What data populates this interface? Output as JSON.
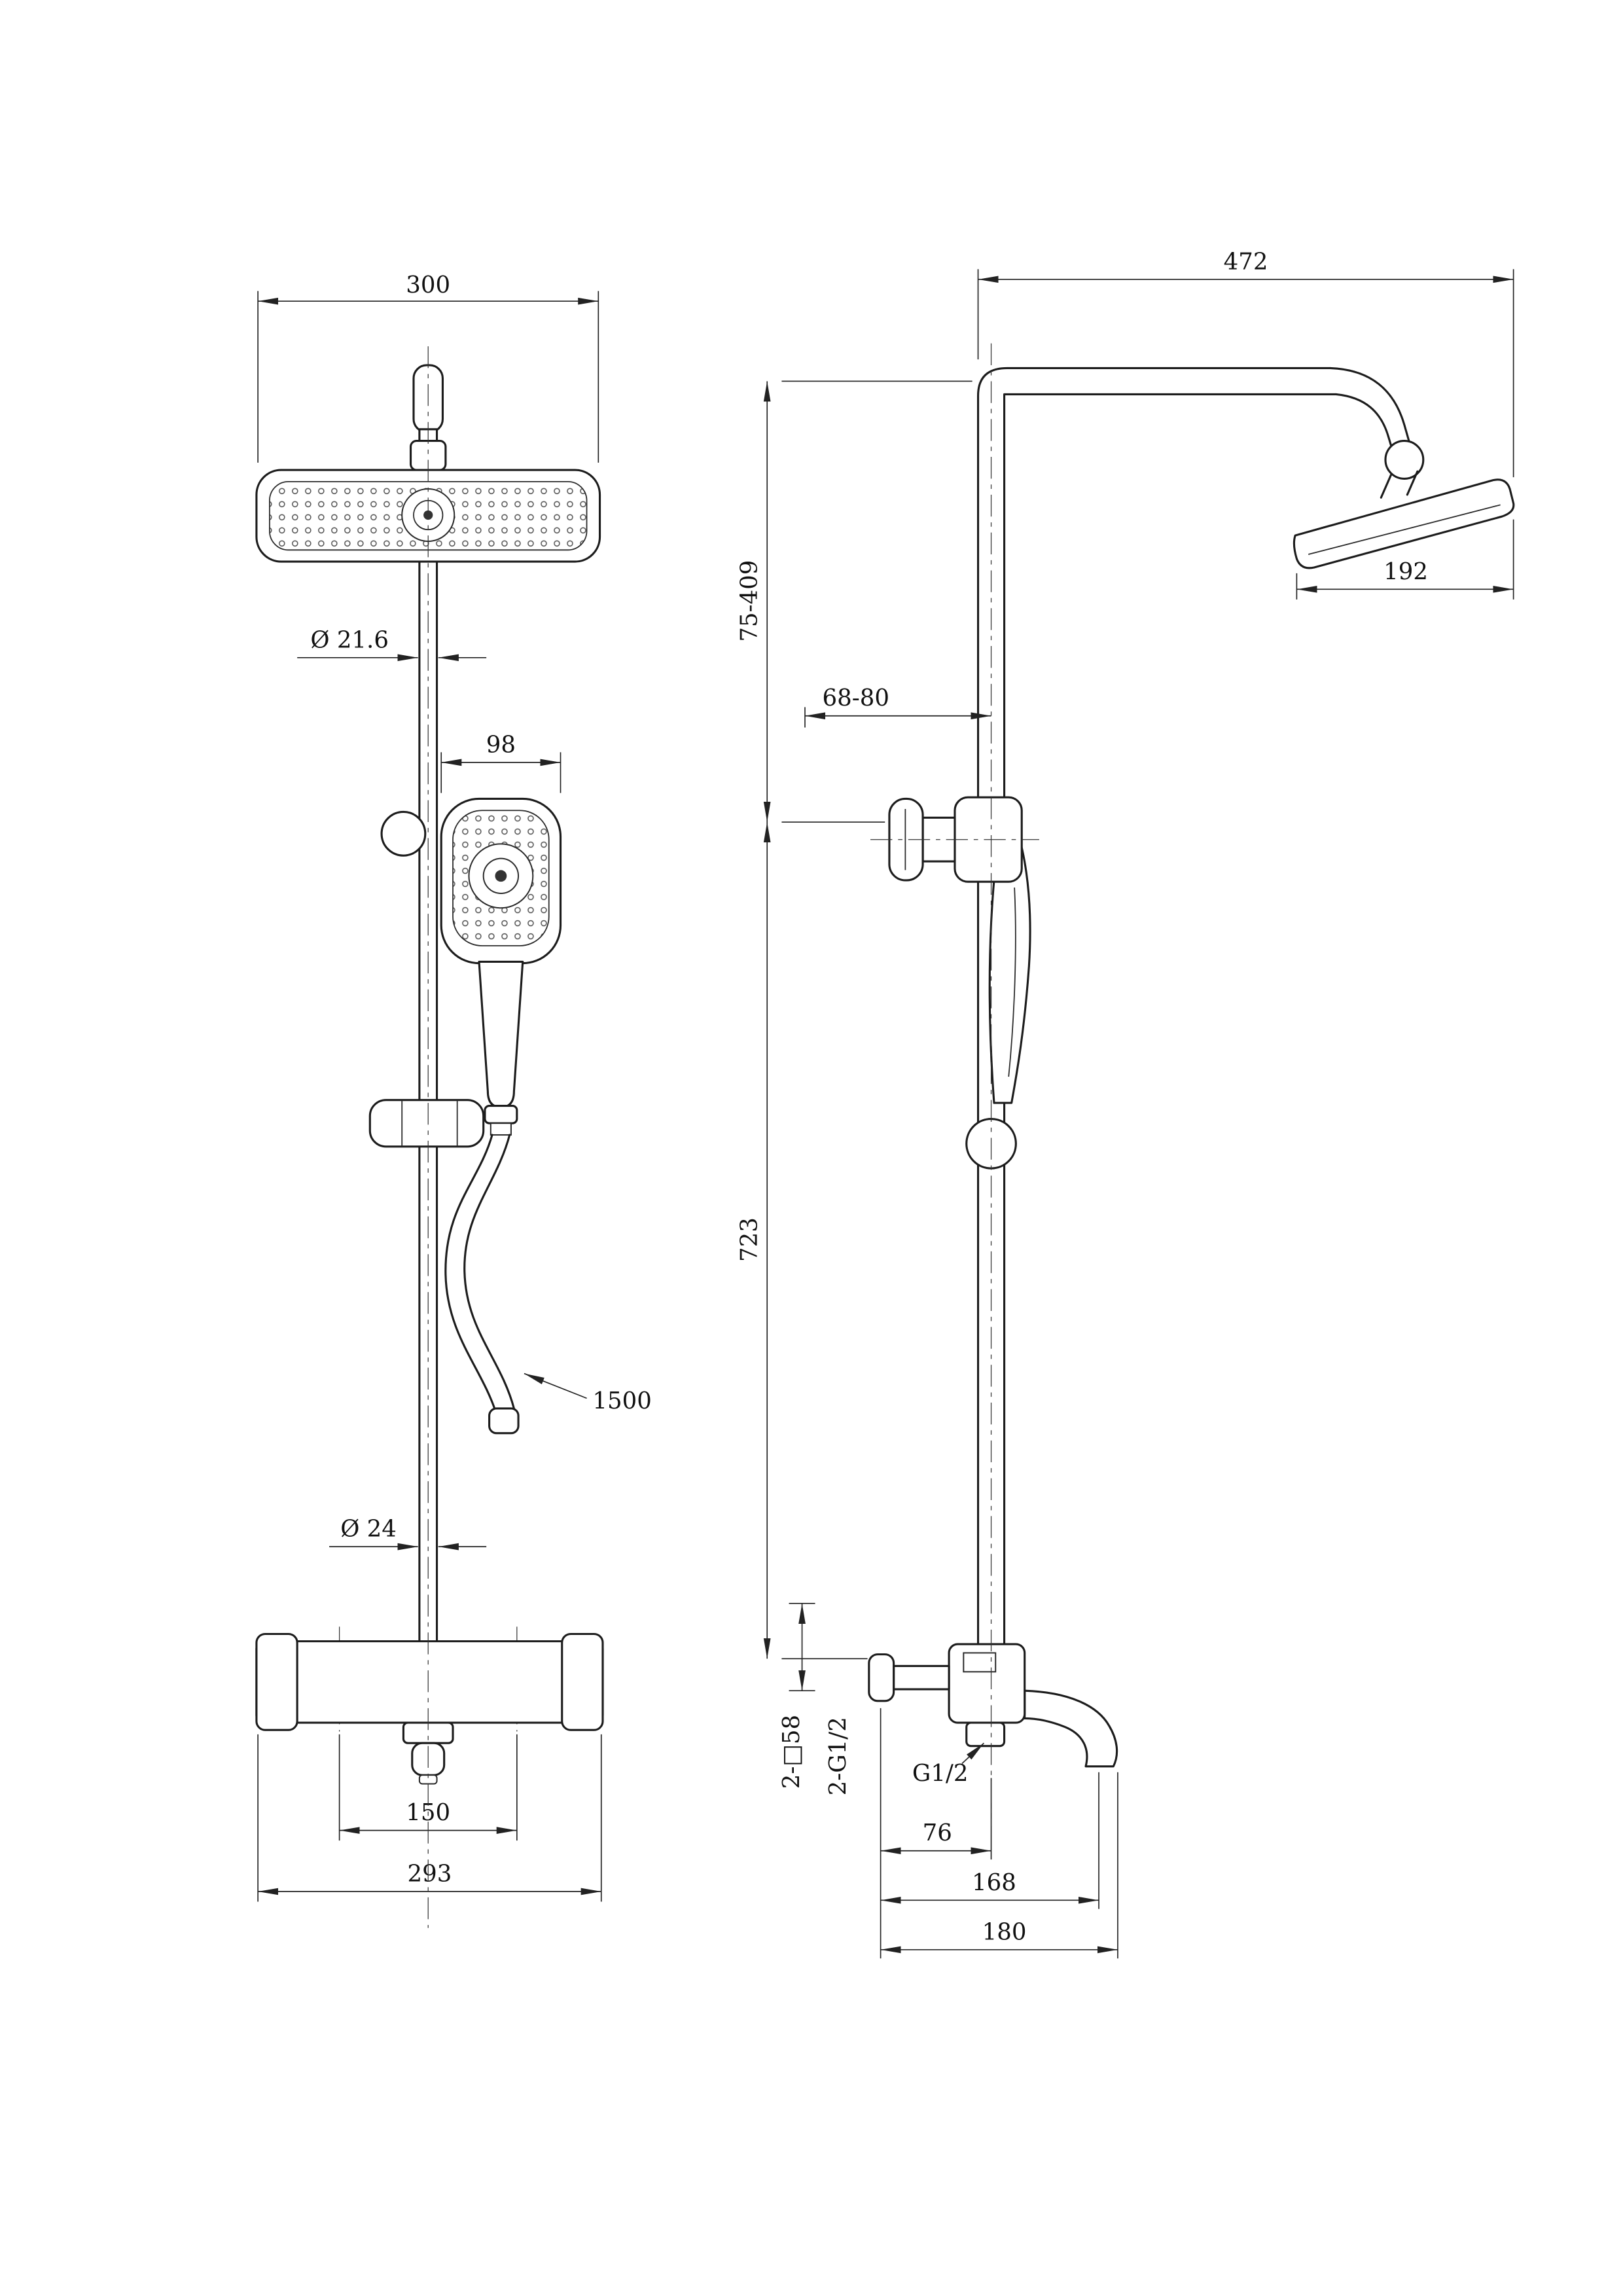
{
  "front": {
    "head_width": "300",
    "rail_diameter": "Ø 21.6",
    "hand_shower_width": "98",
    "hose_length": "1500",
    "pipe_diameter": "Ø 24",
    "inlet_spacing": "150",
    "body_width": "293"
  },
  "side": {
    "arm_reach": "472",
    "head_depth": "192",
    "upper_height_range": "75-409",
    "wall_clearance_range": "68-80",
    "riser_height": "723",
    "body_square": "2-□58",
    "inlet_thread": "2-G1/2",
    "outlet_thread": "G1/2",
    "handle_depth": "76",
    "spout_center_depth": "168",
    "spout_reach": "180"
  }
}
